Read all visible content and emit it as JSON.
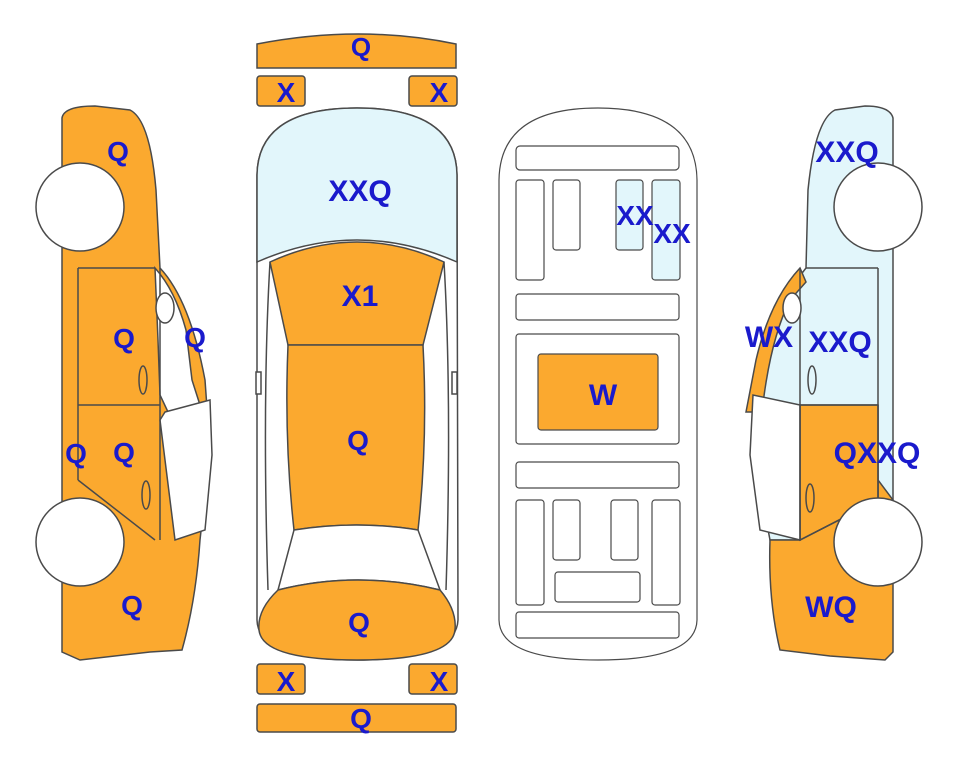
{
  "colors": {
    "damage_fill": "#FBA92F",
    "glass_fill": "#E2F6FB",
    "outline": "#4A4A4A",
    "label_text": "#1A1ACC",
    "background": "#FFFFFF"
  },
  "labels": {
    "front_bumper": "Q",
    "front_left_light": "X",
    "front_right_light": "X",
    "windshield": "XXQ",
    "hood": "X1",
    "roof": "Q",
    "trunk": "Q",
    "rear_left_light": "X",
    "rear_right_light": "X",
    "rear_bumper": "Q",
    "left_front_fender": "Q",
    "left_front_pillar": "Q",
    "left_front_door": "Q",
    "left_front_panel": "Q",
    "left_rear_door": "Q",
    "left_rear_quarter": "Q",
    "interior_seat_a": "XX",
    "interior_seat_b": "XX",
    "interior_center": "W",
    "right_front_fender": "XXQ",
    "right_pillar": "WX",
    "right_front_door": "XXQ",
    "right_rear_door": "QXXQ",
    "right_rear_quarter": "WQ"
  }
}
